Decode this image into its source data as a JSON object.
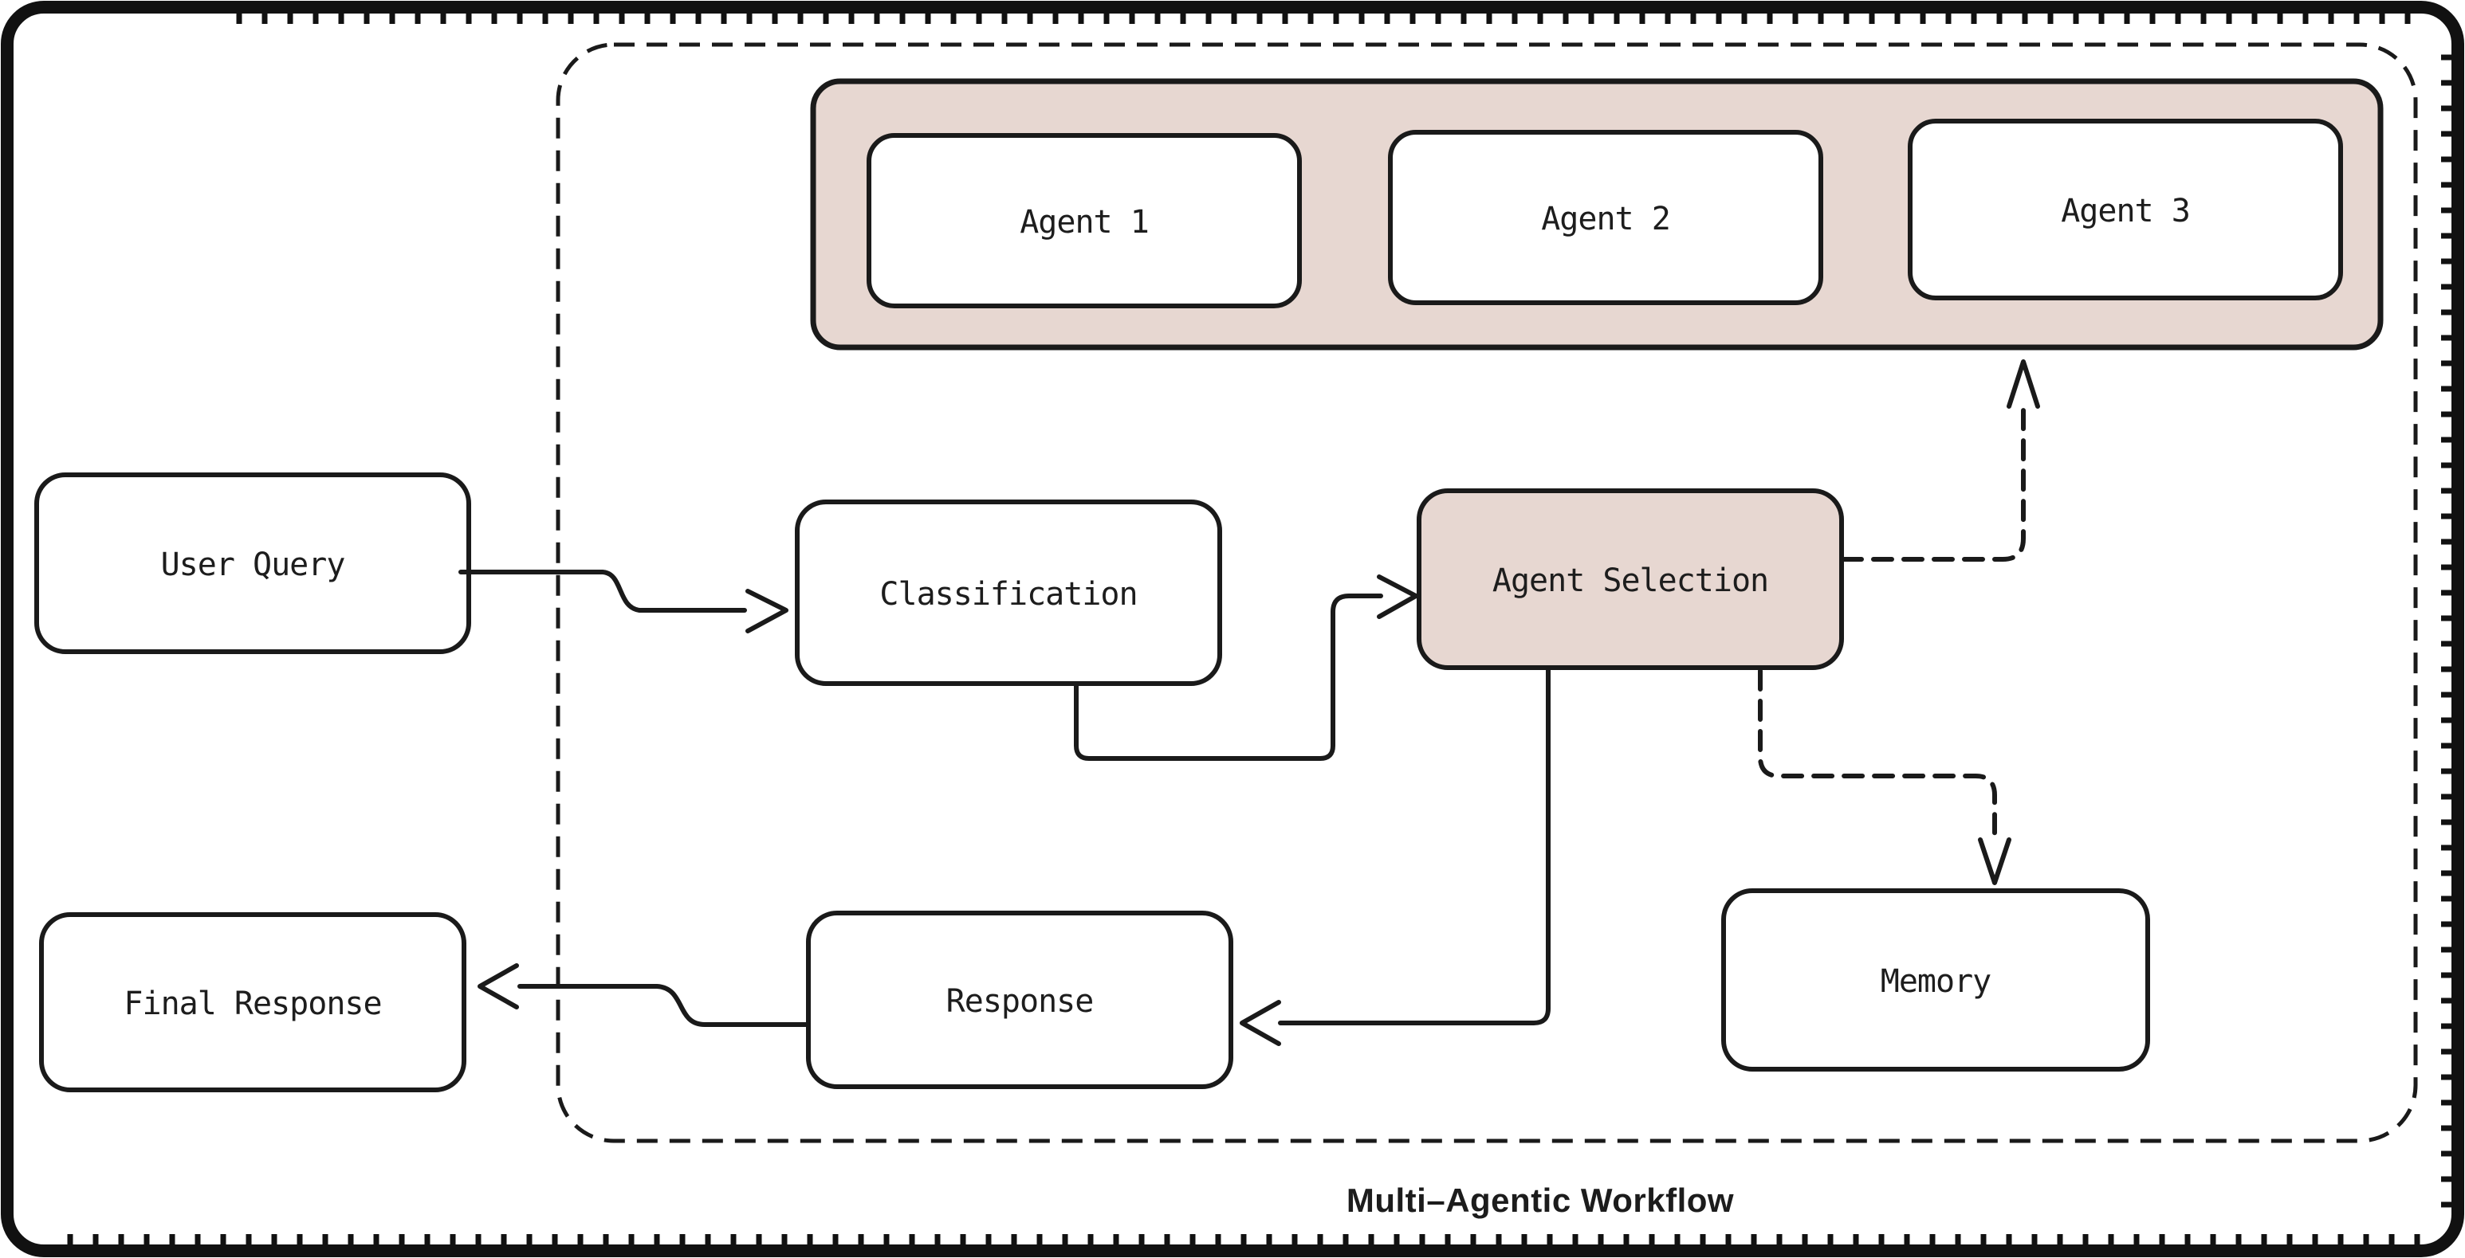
{
  "diagram": {
    "title": "Multi–Agentic Workflow",
    "colors": {
      "ink": "#1a1a1a",
      "pink": "#e7d7d1",
      "paper": "#ffffff"
    },
    "nodes": {
      "user_query": {
        "label": "User Query"
      },
      "classification": {
        "label": "Classification"
      },
      "agent_selection": {
        "label": "Agent Selection"
      },
      "agent_1": {
        "label": "Agent 1"
      },
      "agent_2": {
        "label": "Agent 2"
      },
      "agent_3": {
        "label": "Agent 3"
      },
      "memory": {
        "label": "Memory"
      },
      "response": {
        "label": "Response"
      },
      "final_response": {
        "label": "Final Response"
      }
    },
    "edges": [
      {
        "from": "user_query",
        "to": "classification",
        "style": "solid"
      },
      {
        "from": "classification",
        "to": "agent_selection",
        "style": "solid"
      },
      {
        "from": "agent_selection",
        "to": "agents_group",
        "style": "dashed"
      },
      {
        "from": "agent_selection",
        "to": "memory",
        "style": "dashed"
      },
      {
        "from": "agent_selection",
        "to": "response",
        "style": "solid"
      },
      {
        "from": "response",
        "to": "final_response",
        "style": "solid"
      }
    ]
  }
}
